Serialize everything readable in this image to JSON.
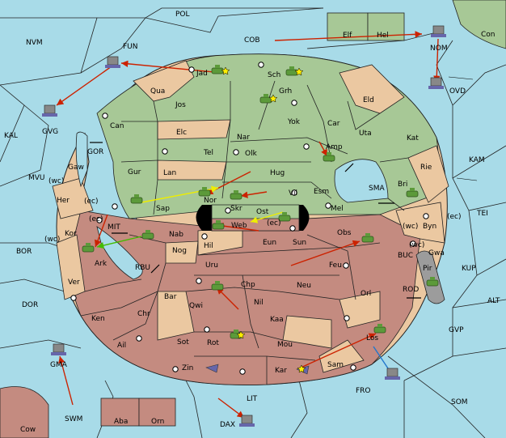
{
  "colors": {
    "sea": "#a8dbe8",
    "green": "#a7c896",
    "tan": "#ebc8a1",
    "red": "#c48b80",
    "grey": "#9c9c9c",
    "neutral": "#a8dbe8",
    "border": "#222222",
    "arrow_red": "#cc2200",
    "arrow_yellow": "#eeee00",
    "arrow_green": "#44bb00",
    "arrow_blue": "#2277cc"
  },
  "labels": {
    "POL": "POL",
    "NVM": "NVM",
    "FUN": "FUN",
    "COB": "COB",
    "Con": "Con",
    "NOM": "NOM",
    "Elf": "Elf",
    "Hel": "Hel",
    "OVD": "OVD",
    "KAL": "KAL",
    "GVG": "GVG",
    "Jad": "Jad",
    "Sch": "Sch",
    "Qua": "Qua",
    "Jos": "Jos",
    "Grh": "Grh",
    "Eld": "Eld",
    "Can": "Can",
    "Yok": "Yok",
    "Car": "Car",
    "Uta": "Uta",
    "Kat": "Kat",
    "KAM": "KAM",
    "Elc": "Elc",
    "Nar": "Nar",
    "Amp": "Amp",
    "GOR": "GOR",
    "Tel": "Tel",
    "Olk": "Olk",
    "Gaw": "Gaw",
    "Gur": "Gur",
    "Lan": "Lan",
    "Hug": "Hug",
    "Rie": "Rie",
    "MVU": "MVU",
    "wc1": "(wc)",
    "Her": "Her",
    "ec1": "(ec)",
    "Sap": "Sap",
    "Nor": "Nor",
    "Skr": "Skr",
    "Vil": "Vil",
    "Esm": "Esm",
    "SMA": "SMA",
    "Bri": "Bri",
    "TEI": "TEI",
    "Mel": "Mel",
    "Ost": "Ost",
    "ec2": "(ec)",
    "MIT": "MIT",
    "ec3": "(ec)",
    "Byn": "Byn",
    "wc2": "(wc)",
    "ec4": "(ec)",
    "Web": "Web",
    "Kor": "Kor",
    "Nab": "Nab",
    "Eun": "Eun",
    "Sun": "Sun",
    "Obs": "Obs",
    "wc3": "(wc)",
    "BOR": "BOR",
    "wc4": "(wc)",
    "Hil": "Hil",
    "Gwa": "Gwa",
    "Ark": "Ark",
    "Nog": "Nog",
    "BUC": "BUC",
    "Pir": "Pir",
    "KUP": "KUP",
    "RBU": "RBU",
    "Uru": "Uru",
    "Feu": "Feu",
    "Ver": "Ver",
    "Chp": "Chp",
    "Neu": "Neu",
    "ROD": "ROD",
    "DOR": "DOR",
    "Bar": "Bar",
    "Orl": "Orl",
    "Qwi": "Qwi",
    "Nil": "Nil",
    "ALT": "ALT",
    "Chr": "Chr",
    "Ken": "Ken",
    "Kaa": "Kaa",
    "GVP": "GVP",
    "Sot": "Sot",
    "Ail": "Ail",
    "Rot": "Rot",
    "Mou": "Mou",
    "Los": "Los",
    "Sam": "Sam",
    "GMA": "GMA",
    "Zin": "Zin",
    "Kar": "Kar",
    "FRO": "FRO",
    "LIT": "LIT",
    "SOM": "SOM",
    "SWM": "SWM",
    "Aba": "Aba",
    "Orn": "Orn",
    "DAX": "DAX",
    "Cow": "Cow"
  }
}
